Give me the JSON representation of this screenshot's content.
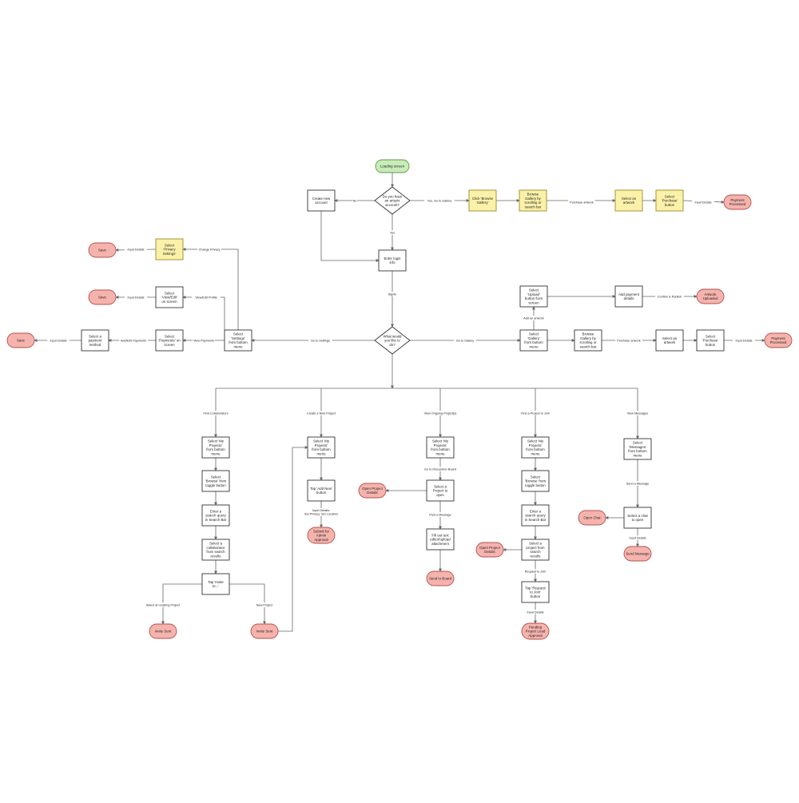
{
  "colors": {
    "stroke": "#333333",
    "line": "#666666",
    "process_fill": "#ffffff",
    "highlight_fill": "#fbf1a9",
    "highlight_stroke": "#9d8a2a",
    "start_fill": "#c8ecb8",
    "start_stroke": "#5e9a48",
    "end_fill": "#f6b3ad",
    "end_stroke": "#b0524b",
    "text": "#222222"
  },
  "nodes": {
    "loading": {
      "label": "Loading screen"
    },
    "account_q": {
      "label": "Do you have an artsyts account?"
    },
    "create_account": {
      "label": "Create new account"
    },
    "browse_btn": {
      "label": "Click 'Browse Gallery'"
    },
    "browse_gallery_top": {
      "label": "Browse Gallery by scrolling or search bar"
    },
    "select_artwork_top": {
      "label": "Select an artwork"
    },
    "purchase_top": {
      "label": "Select 'Purchase' button"
    },
    "payment_top": {
      "label": "Payment Processed"
    },
    "login": {
      "label": "Enter login info"
    },
    "main_q": {
      "label": "What would you like to do?"
    },
    "privacy": {
      "label": "Select 'Privacy Settings'"
    },
    "save_privacy": {
      "label": "Save"
    },
    "view_edit": {
      "label": "Select 'View/Edit' on screen"
    },
    "save_profile": {
      "label": "Save"
    },
    "settings": {
      "label": "Select 'Settings' from bottom menu"
    },
    "payments": {
      "label": "Select 'Payments' on screen"
    },
    "payment_method": {
      "label": "Select a payment method"
    },
    "save_payment": {
      "label": "Save"
    },
    "upload": {
      "label": "Select 'Upload' button from screen"
    },
    "add_payment_details": {
      "label": "Add payment details"
    },
    "artwork_uploaded": {
      "label": "Artwork Uploaded"
    },
    "gallery_menu": {
      "label": "Select 'Gallery' from bottom menu"
    },
    "browse_gallery_mid": {
      "label": "Browse Gallery by scrolling or search bar"
    },
    "select_artwork_mid": {
      "label": "Select an artwork"
    },
    "purchase_mid": {
      "label": "Select 'Purchase' button"
    },
    "payment_mid": {
      "label": "Payment Processed"
    },
    "fc_projects": {
      "label": "Select 'My Projects' from bottom menu"
    },
    "fc_browse": {
      "label": "Select 'Browse' from toggle button"
    },
    "fc_search": {
      "label": "Enter a search query in Search Bar"
    },
    "fc_select": {
      "label": "Select a collaborator from search results"
    },
    "fc_invite": {
      "label": "Tap 'Invite to...'"
    },
    "fc_invite_sent_a": {
      "label": "Invite Sent"
    },
    "fc_invite_sent_b": {
      "label": "Invite Sent"
    },
    "cp_projects": {
      "label": "Select 'My Projects' from bottom menu"
    },
    "cp_add": {
      "label": "Tap 'Add New' button"
    },
    "cp_submit": {
      "label": "Submit for Admin Approval"
    },
    "vo_projects": {
      "label": "Select 'My Projects' from bottom menu"
    },
    "vo_select": {
      "label": "Select a Project to open"
    },
    "vo_open": {
      "label": "Open Project Details"
    },
    "vo_fill": {
      "label": "Fill out text editor/upload attachment"
    },
    "vo_send": {
      "label": "Send to Board"
    },
    "fp_projects": {
      "label": "Select 'My Projects' from bottom menu"
    },
    "fp_browse": {
      "label": "Select 'Browse' from toggle button"
    },
    "fp_search": {
      "label": "Enter a search query in Search Bar"
    },
    "fp_select": {
      "label": "Select a project from search results"
    },
    "fp_open": {
      "label": "Open Project Details"
    },
    "fp_request": {
      "label": "Tap 'Request to Join' button"
    },
    "fp_pending": {
      "label": "Pending Project Lead Approval"
    },
    "vm_messages": {
      "label": "Select 'Messages' from bottom menu"
    },
    "vm_chat": {
      "label": "Select a chat to open"
    },
    "vm_open_chat": {
      "label": "Open Chat"
    },
    "vm_send": {
      "label": "Send Message"
    }
  },
  "edge_labels": {
    "no": "No",
    "yes_gallery": "Yes, Go to Gallery",
    "yes": "Yes",
    "purchase_artwork_top": "Purchase artwork",
    "input_details_top": "Input Details",
    "signin": "Signin",
    "change_privacy": "Change Privacy",
    "input_details_privacy": "Input Details",
    "view_edit_profile": "View/Edit Profile",
    "input_details_profile": "Input Details",
    "go_settings": "Go to Settings",
    "view_payments": "View Payments",
    "add_edit_payments": "Add/Edit Payments",
    "input_details_payment": "Input Details",
    "go_gallery": "Go to Gallery",
    "add_artwork": "Add an artwork",
    "confirm_publish": "Confirm & Publish",
    "purchase_artwork_mid": "Purchase artwork",
    "input_details_mid": "Input Details",
    "find_collaborators": "Find Collaborators",
    "create_project": "Create a New Project",
    "view_ongoing": "View Ongoing Project(s)",
    "find_project": "Find a Project to Join",
    "view_messages": "View Messages",
    "select_existing": "Select an existing Project",
    "new_project": "New Project",
    "input_details_cp": "Input Details, Set Privacy, Set Location",
    "go_discussion": "Go to Discussion Board",
    "post_message": "Post a Message",
    "request_join": "Request to Join",
    "input_details_fp": "Input Details",
    "send_message": "Send a Message",
    "input_details_vm": "Input Details"
  }
}
